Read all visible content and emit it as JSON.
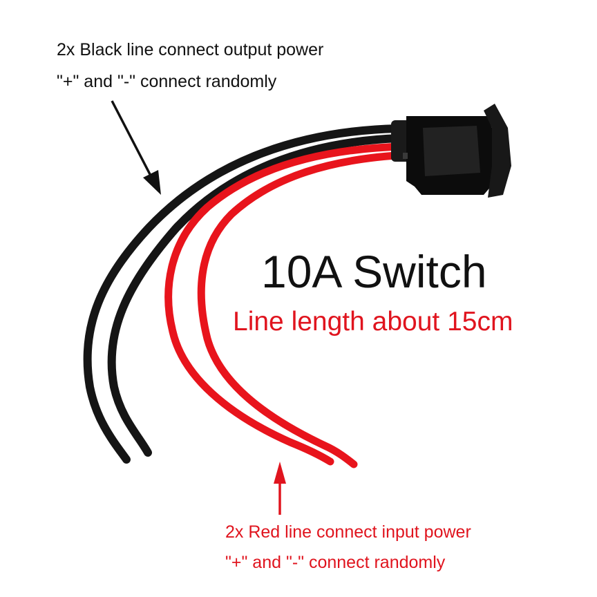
{
  "image": {
    "subject": "rocker switch with wire leads",
    "colors": {
      "black_wire": "#151515",
      "red_wire": "#e8141c",
      "red_text": "#e0141e",
      "switch_body": "#0c0c0c",
      "background": "#ffffff"
    }
  },
  "labels": {
    "title": "10A Switch",
    "subtitle": "Line length about 15cm",
    "black_note_line1": "2x Black line connect output power",
    "black_note_line2": "\"+\" and \"-\" connect randomly",
    "red_note_line1": "2x Red line connect input power",
    "red_note_line2": "\"+\" and \"-\" connect randomly"
  }
}
